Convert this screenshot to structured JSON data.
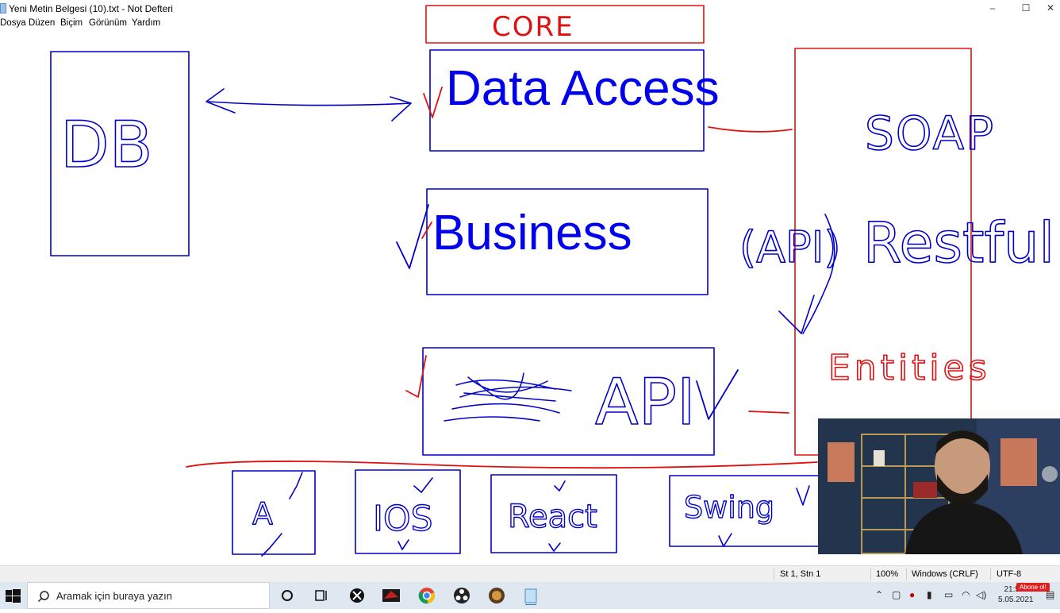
{
  "window": {
    "title": "Yeni Metin Belgesi (10).txt - Not Defteri",
    "controls": [
      "–",
      "☐",
      "✕"
    ]
  },
  "menu": [
    "Dosya",
    "Düzen",
    "Biçim",
    "Görünüm",
    "Yardım"
  ],
  "document": {
    "typed_text": {
      "data_access": "Data Access",
      "business": "Business"
    },
    "handwriting": {
      "core": "CORE",
      "db": "DB",
      "soap": "SOAP",
      "api_paren": "(API)",
      "restful": "Restful",
      "entities": "Entities",
      "api": "API",
      "android": "A",
      "ios": "IOS",
      "react": "React",
      "swing": "Swing"
    },
    "colors": {
      "blue": "#0000ee",
      "red": "#e01010"
    }
  },
  "statusbar": {
    "position": "St 1, Stn 1",
    "zoom": "100%",
    "line_ending": "Windows (CRLF)",
    "encoding": "UTF-8"
  },
  "taskbar": {
    "search_placeholder": "Aramak için buraya yazın",
    "clock_time": "21:56",
    "clock_date": "5.05.2021",
    "badge": "Abone ol!"
  }
}
